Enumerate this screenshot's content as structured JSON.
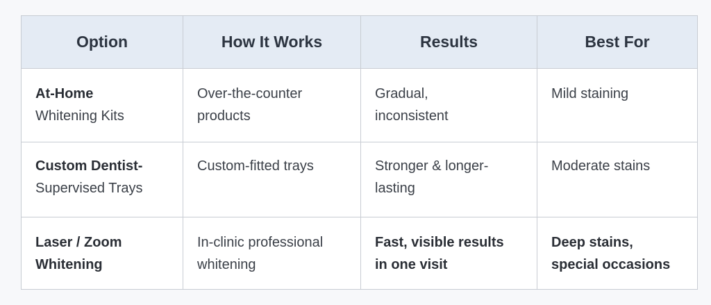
{
  "table": {
    "headers": [
      "Option",
      "How It Works",
      "Results",
      "Best For"
    ],
    "rows": [
      {
        "option": [
          "At-Home",
          "Whitening Kits"
        ],
        "how": [
          "Over-the-counter",
          "products"
        ],
        "results": [
          "Gradual,",
          "inconsistent"
        ],
        "best_for": [
          "Mild staining"
        ]
      },
      {
        "option": [
          "Custom Dentist-",
          "Supervised Trays"
        ],
        "how": [
          "Custom-fitted trays"
        ],
        "results": [
          "Stronger & longer-",
          "lasting"
        ],
        "best_for": [
          "Moderate stains"
        ]
      },
      {
        "option": [
          "Laser / Zoom",
          "Whitening"
        ],
        "how": [
          "In-clinic professional",
          "whitening"
        ],
        "results": [
          "Fast, visible results",
          "in one visit"
        ],
        "best_for": [
          "Deep stains,",
          "special occasions"
        ]
      }
    ]
  }
}
